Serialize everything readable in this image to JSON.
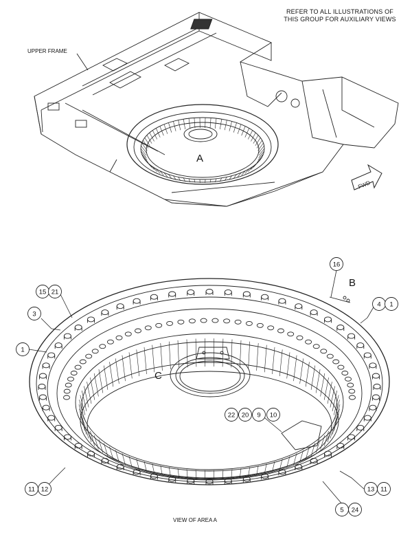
{
  "notes": {
    "refer_line1": "REFER TO ALL ILLUSTRATIONS OF",
    "refer_line2": "THIS GROUP FOR AUXILIARY VIEWS",
    "upper_frame": "UPPER FRAME",
    "fwd": "FWD",
    "view_caption": "VIEW OF AREA A"
  },
  "area_labels": {
    "a": "A",
    "b": "B",
    "c": "C"
  },
  "callouts": {
    "c15": "15",
    "c21": "21",
    "c3": "3",
    "c1a": "1",
    "c16": "16",
    "c4": "4",
    "c1b": "1",
    "c22": "22",
    "c20": "20",
    "c9": "9",
    "c10": "10",
    "c11a": "11",
    "c12": "12",
    "c13": "13",
    "c11b": "11",
    "c5": "5",
    "c24": "24"
  },
  "colors": {
    "line": "#222222",
    "background": "#ffffff"
  }
}
